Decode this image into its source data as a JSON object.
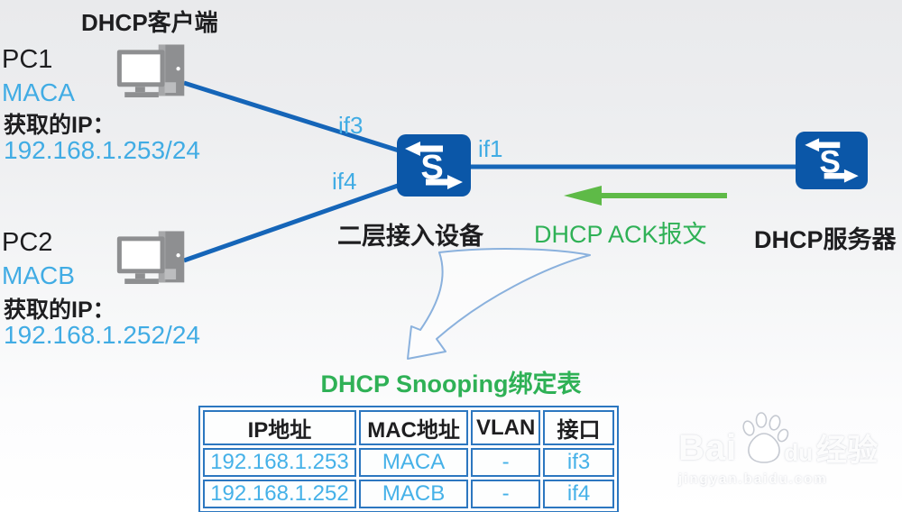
{
  "colors": {
    "line_blue": "#1565b8",
    "light_blue_text": "#41ace4",
    "green": "#2fb156",
    "arrow_green": "#5eba47",
    "switch_blue": "#0b57a8",
    "table_border_blue": "#2c77c0",
    "black_text": "#1e1e20",
    "device_gray": "#8e8f91"
  },
  "top_label": "DHCP客户端",
  "pc1": {
    "name": "PC1",
    "mac": "MACA",
    "ip_label": "获取的IP：",
    "ip": "192.168.1.253/24"
  },
  "pc2": {
    "name": "PC2",
    "mac": "MACB",
    "ip_label": "获取的IP：",
    "ip": "192.168.1.252/24"
  },
  "access_switch": {
    "letter": "S",
    "label": "二层接入设备",
    "if1": "if1",
    "if3": "if3",
    "if4": "if4"
  },
  "dhcp_server": {
    "letter": "S",
    "label": "DHCP服务器"
  },
  "ack_label": "DHCP ACK报文",
  "binding_table": {
    "title": "DHCP Snooping绑定表",
    "headers": [
      "IP地址",
      "MAC地址",
      "VLAN",
      "接口"
    ],
    "rows": [
      [
        "192.168.1.253",
        "MACA",
        "-",
        "if3"
      ],
      [
        "192.168.1.252",
        "MACB",
        "-",
        "if4"
      ]
    ]
  },
  "watermark": {
    "brand_left": "Bai",
    "brand_right": "du",
    "suffix": "经验",
    "url": "jingyan.baidu.com"
  }
}
